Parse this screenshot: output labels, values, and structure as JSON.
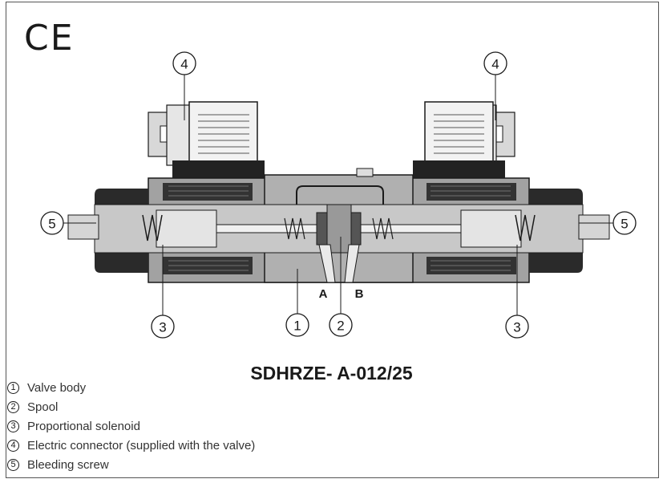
{
  "ce_mark": "CE",
  "callouts": [
    "4",
    "4",
    "5",
    "5",
    "3",
    "1",
    "2",
    "3"
  ],
  "ports": [
    "A",
    "B"
  ],
  "model_title": "SDHRZE- A-012/25",
  "legend": [
    {
      "num": "1",
      "text": "Valve body"
    },
    {
      "num": "2",
      "text": "Spool"
    },
    {
      "num": "3",
      "text": "Proportional solenoid"
    },
    {
      "num": "4",
      "text": "Electric connector (supplied with the valve)"
    },
    {
      "num": "5",
      "text": "Bleeding screw"
    }
  ],
  "colors": {
    "housing": "#9a9a9a",
    "dark": "#222222",
    "light": "#cfcfcf",
    "ink": "#1a1a1a"
  }
}
